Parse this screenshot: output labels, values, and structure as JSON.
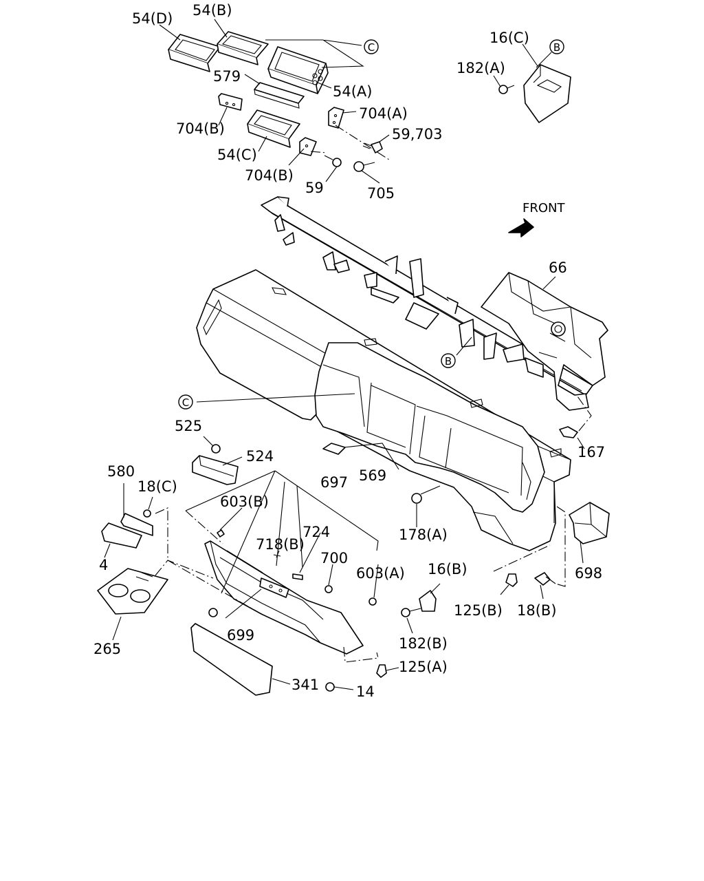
{
  "front_label": "FRONT",
  "callouts": {
    "c_top": "C",
    "c_mid": "C",
    "b_top": "B",
    "b_mid": "B"
  },
  "labels": {
    "l54d": "54(D)",
    "l54b": "54(B)",
    "l579": "579",
    "l54a": "54(A)",
    "l704a": "704(A)",
    "l704b_1": "704(B)",
    "l59_703": "59,703",
    "l54c": "54(C)",
    "l704b_2": "704(B)",
    "l59": "59",
    "l705": "705",
    "l16c": "16(C)",
    "l182a": "182(A)",
    "l66": "66",
    "l525": "525",
    "l524": "524",
    "l580": "580",
    "l18c": "18(C)",
    "l603b": "603(B)",
    "l697": "697",
    "l569": "569",
    "l167": "167",
    "l724": "724",
    "l718b": "718(B)",
    "l700": "700",
    "l603a": "603(A)",
    "l16b": "16(B)",
    "l178a": "178(A)",
    "l698": "698",
    "l4": "4",
    "l265": "265",
    "l699": "699",
    "l125b": "125(B)",
    "l18b": "18(B)",
    "l182b": "182(B)",
    "l125a": "125(A)",
    "l341": "341",
    "l14": "14"
  }
}
